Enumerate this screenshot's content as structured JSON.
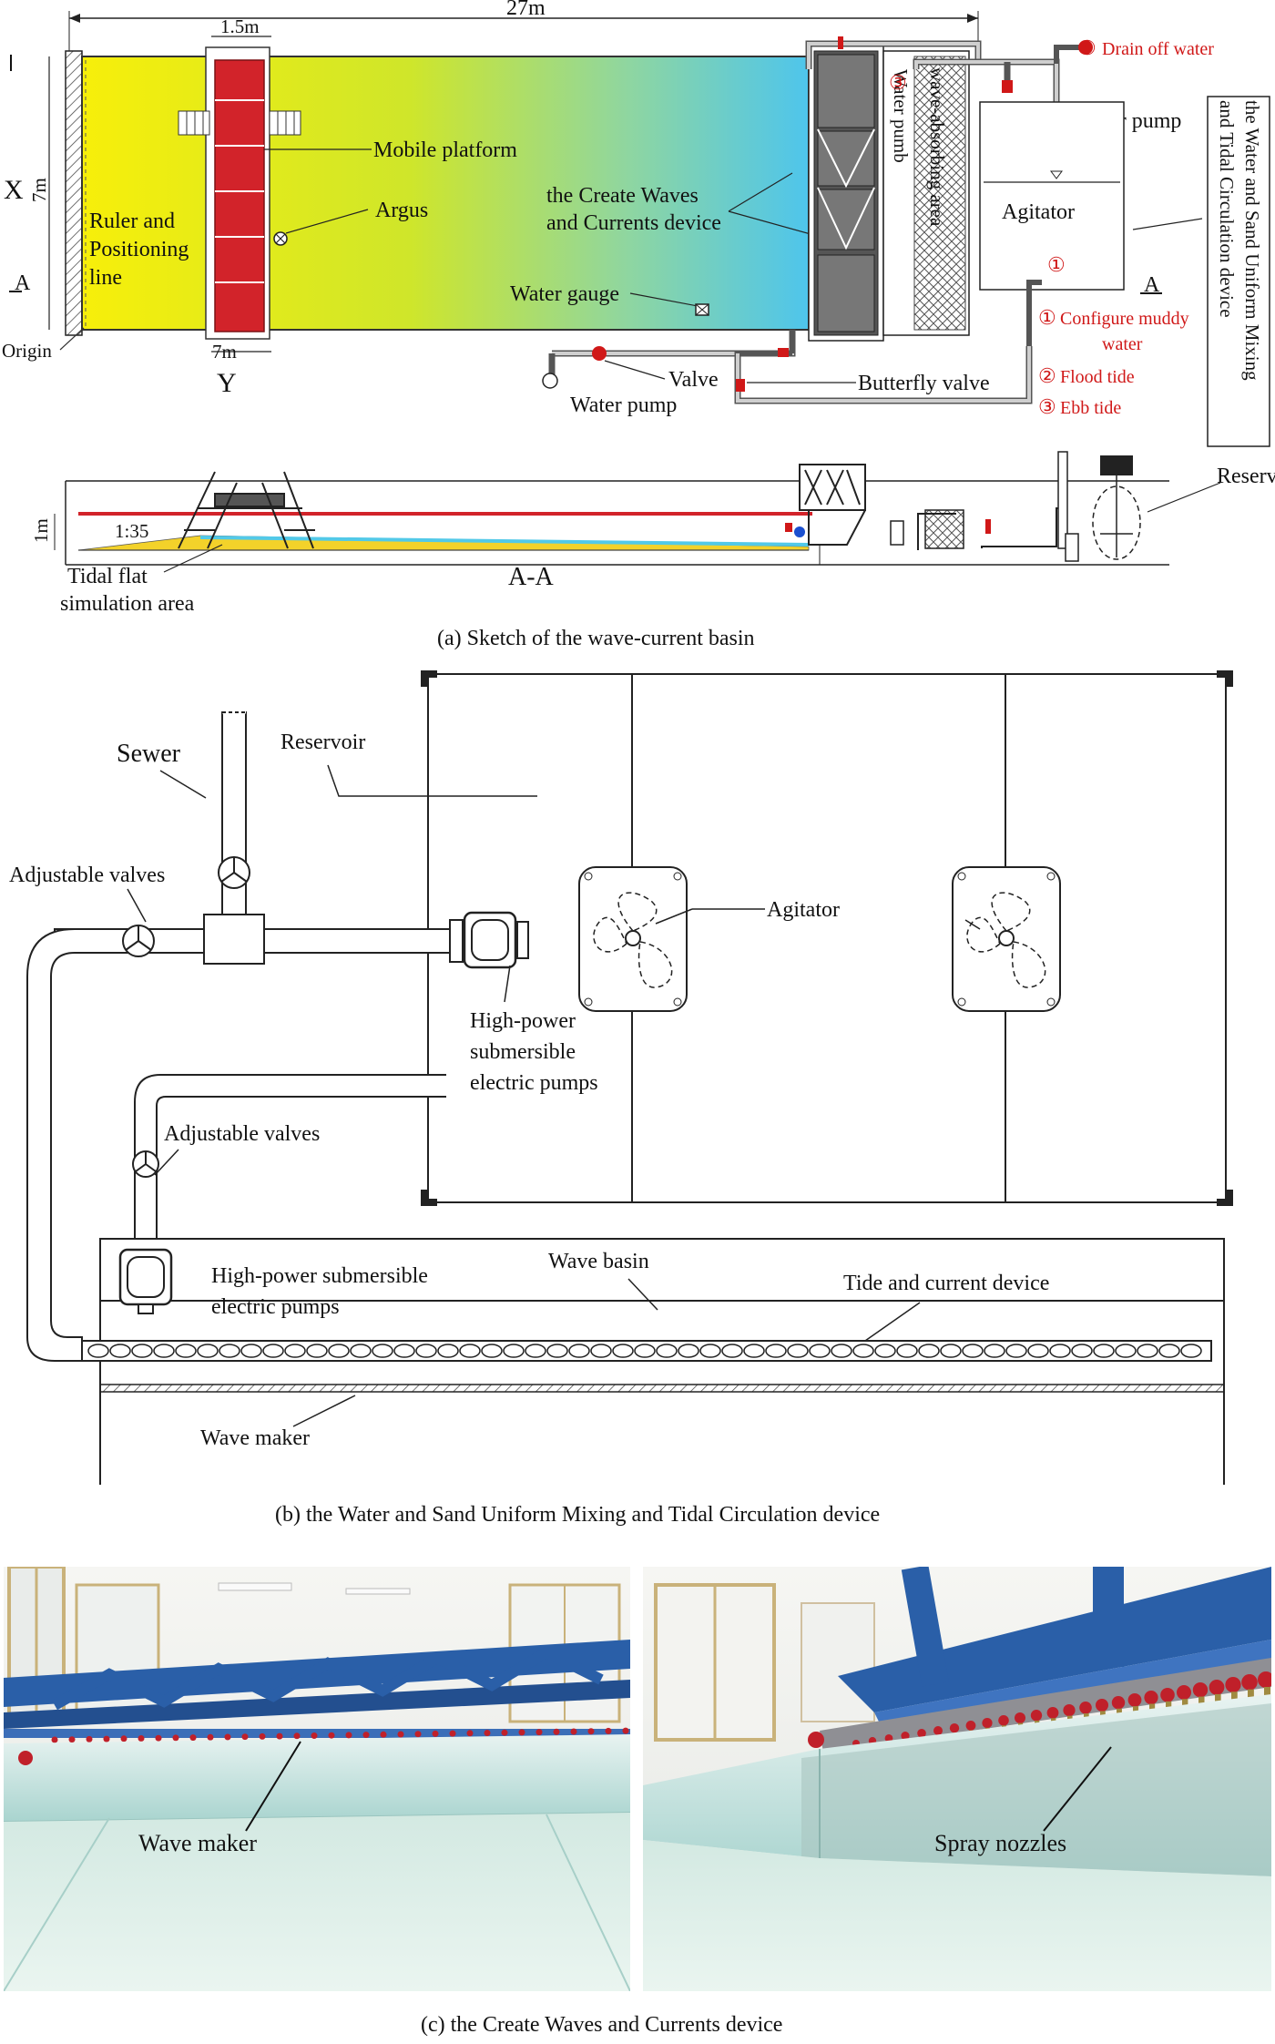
{
  "panel_a": {
    "caption": "(a) Sketch of the wave-current basin",
    "dims": {
      "length": "27m",
      "platform_width": "1.5m",
      "basin_width_x": "7m",
      "basin_width_y": "7m",
      "depth": "1m",
      "slope": "1:35"
    },
    "axes": {
      "x": "X",
      "y": "Y",
      "section_left": "A",
      "section_right": "A",
      "section_name": "A-A",
      "origin": "Origin"
    },
    "labels": {
      "ruler_line1": "Ruler and",
      "ruler_line2": "Positioning",
      "ruler_line3": "line",
      "mobile_platform": "Mobile platform",
      "argus": "Argus",
      "create_waves_line1": "the Create Waves",
      "create_waves_line2": "and Currents device",
      "water_gauge": "Water gauge",
      "valve": "Valve",
      "water_pump_bottom": "Water pump",
      "butterfly_valve": "Butterfly valve",
      "water_pumb": "Water pumb",
      "wave_absorbing": "wave-absorbing area",
      "water_pump_top": "Water pump",
      "agitator": "Agitator",
      "tidal_flat_line1": "Tidal flat",
      "tidal_flat_line2": "simulation area",
      "reservoir": "Reservoir",
      "device_box_line1": "the Water and Sand Uniform Mixing",
      "device_box_line2": "and Tidal Circulation device"
    },
    "numbered": {
      "n1": "①",
      "n2": "②",
      "n3": "③",
      "n4": "④",
      "drain": "Drain off water",
      "configure_line1": "Configure muddy",
      "configure_line2": "water",
      "flood": "Flood tide",
      "ebb": "Ebb tide"
    },
    "colors": {
      "gradient_start": "#f5ee10",
      "gradient_mid": "#cfe82e",
      "gradient_end": "#52c9e8",
      "platform": "#d2232a",
      "highlight": "#d01818"
    }
  },
  "panel_b": {
    "caption": "(b)  the Water and Sand Uniform Mixing and Tidal Circulation device",
    "labels": {
      "sewer": "Sewer",
      "reservoir": "Reservoir",
      "adjustable_valves_top": "Adjustable valves",
      "agitator": "Agitator",
      "pumps_line1": "High-power",
      "pumps_line2": "submersible",
      "pumps_line3": "electric pumps",
      "adjustable_valves_mid": "Adjustable valves",
      "pumps_bottom_line1": "High-power submersible",
      "pumps_bottom_line2": "electric pumps",
      "wave_basin": "Wave basin",
      "tide_current": "Tide and current device",
      "wave_maker": "Wave maker"
    }
  },
  "panel_c": {
    "caption": "(c) the Create Waves and Currents device",
    "photo_left_label": "Wave maker",
    "photo_right_label": "Spray nozzles",
    "colors": {
      "frame_blue": "#2a5fa8",
      "tank_wall": "#bfe0dc",
      "floor": "#d8eee6",
      "valve_red": "#c0202a"
    }
  }
}
